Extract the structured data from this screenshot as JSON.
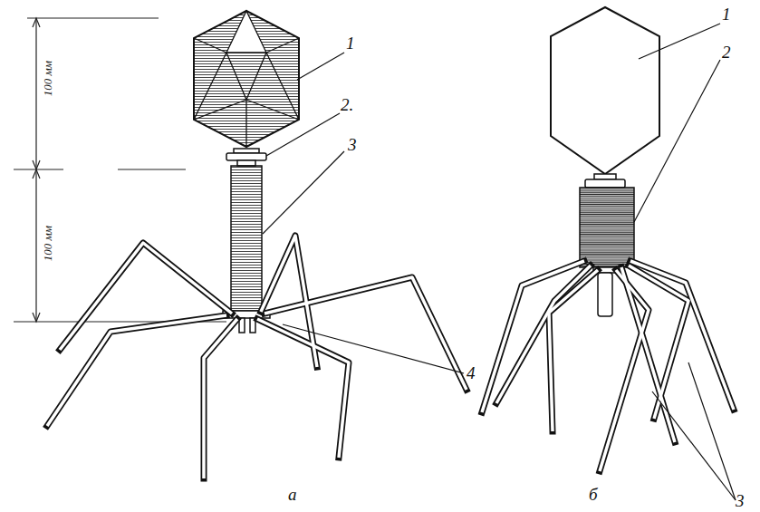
{
  "diagram": {
    "labels": [
      "100 мм",
      "100 мм",
      "1",
      "2.",
      "3",
      "4",
      "a",
      "1",
      "2",
      "3",
      "б"
    ]
  }
}
